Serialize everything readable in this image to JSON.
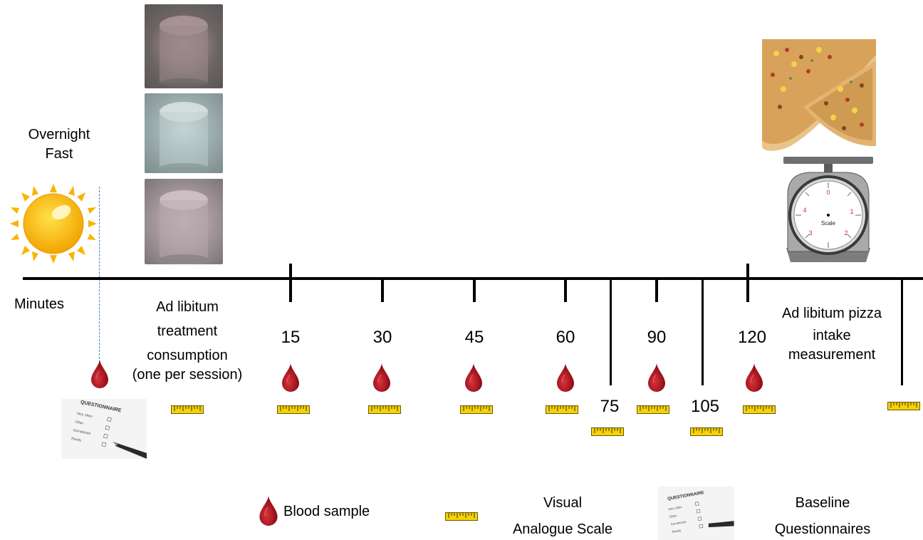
{
  "labels": {
    "overnight_fast_1": "Overnight",
    "overnight_fast_2": "Fast",
    "minutes": "Minutes",
    "treatment_1": "Ad libitum",
    "treatment_2": "treatment",
    "treatment_3": "consumption",
    "treatment_4": "(one per session)",
    "pizza_1": "Ad libitum pizza",
    "pizza_2": "intake",
    "pizza_3": "measurement"
  },
  "timepoints": [
    "15",
    "30",
    "45",
    "60",
    "75",
    "90",
    "105",
    "120"
  ],
  "scale_dial": {
    "center": "Scale",
    "n0": "0",
    "n1": "1",
    "n2": "2",
    "n3": "3",
    "n4": "4"
  },
  "questionnaire": {
    "title": "QUESTIONNAIRE",
    "options": [
      "Very often",
      "Often",
      "Sometimes",
      "Rarely"
    ]
  },
  "legend": {
    "blood": "Blood sample",
    "vas_1": "Visual",
    "vas_2": "Analogue Scale",
    "baseline_1": "Baseline",
    "baseline_2": "Questionnaires"
  },
  "colors": {
    "timeline": "#000000",
    "blood": "#a8121c",
    "ruler": "#f5d20a",
    "sun": "#f7b500",
    "dashed": "#4a7cc4"
  }
}
